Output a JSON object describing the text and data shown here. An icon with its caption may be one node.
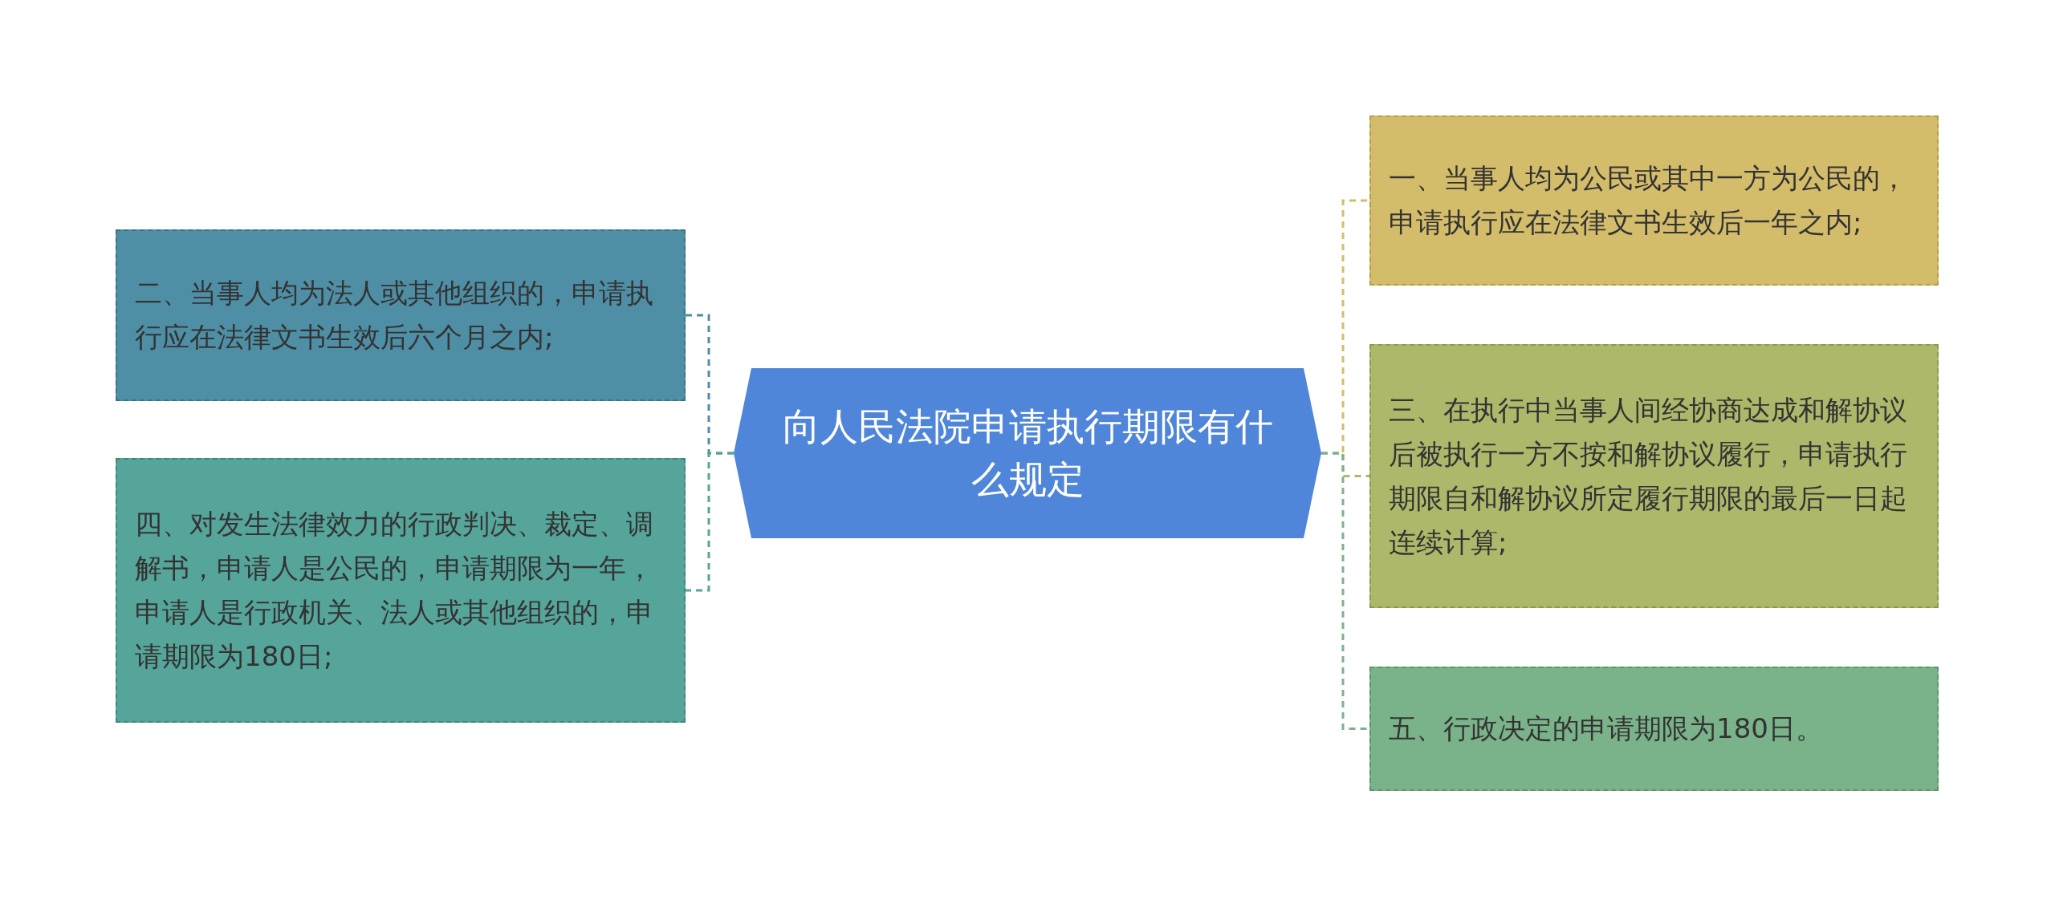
{
  "diagram": {
    "nodes": [
      {
        "text": [
          "向人民法院申请执行期限有什么规定"
        ]
      },
      {
        "text": [
          "二、当事人均为法人或其他组织的，申请执行应在法律文书生效后六个月之内;"
        ]
      },
      {
        "text": [
          "四、对发生法律效力的行政判决、裁定、调解书，申请人是公民的，申请期限为一年，申请人是行政机关、法人或其他组织的，申请期限为180日;"
        ]
      },
      {
        "text": [
          "一、当事人均为公民或其中一方为公民的，申请执行应在法律文书生效后一年之内;"
        ]
      },
      {
        "text": [
          "三、在执行中当事人间经协商达成和解协议后被执行一方不按和解协议履行，申请执行期限自和解协议所定履行期限的最后一日起连续计算;"
        ]
      },
      {
        "text": [
          "五、行政决定的申请期限为180日。"
        ]
      }
    ],
    "edges": [
      {
        "from": 0,
        "to": 1,
        "arrow": "none",
        "style": "dashed",
        "color": "#4f8fa6"
      },
      {
        "from": 0,
        "to": 2,
        "arrow": "none",
        "style": "dashed",
        "color": "#56a59a"
      },
      {
        "from": 0,
        "to": 3,
        "arrow": "none",
        "style": "dashed",
        "color": "#d4bd6a"
      },
      {
        "from": 0,
        "to": 4,
        "arrow": "none",
        "style": "dashed",
        "color": "#adb86a"
      },
      {
        "from": 0,
        "to": 5,
        "arrow": "none",
        "style": "dashed",
        "color": "#7ab38a"
      }
    ]
  }
}
